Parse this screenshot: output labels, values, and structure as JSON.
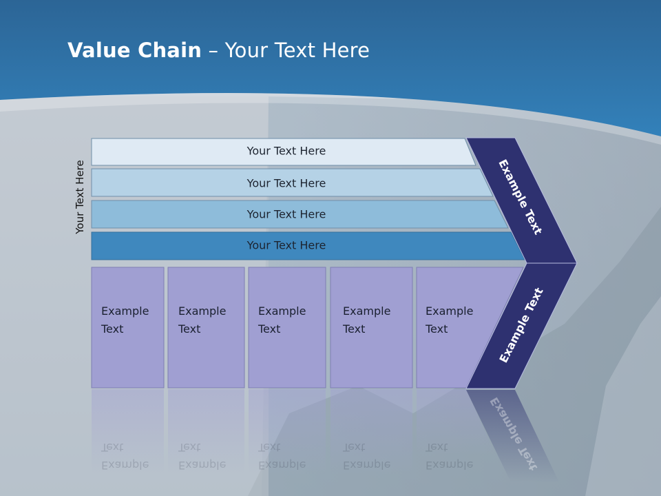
{
  "slide": {
    "title_bold": "Value Chain",
    "title_rest": " – Your Text Here",
    "side_label": "Your Text Here"
  },
  "bars": [
    {
      "label": "Your Text Here",
      "color": "#dfeaf4"
    },
    {
      "label": "Your Text Here",
      "color": "#b5d2e6"
    },
    {
      "label": "Your Text Here",
      "color": "#8ebcda"
    },
    {
      "label": "Your Text Here",
      "color": "#3f88be"
    }
  ],
  "boxes": [
    {
      "line1": "Example",
      "line2": "Text"
    },
    {
      "line1": "Example",
      "line2": "Text"
    },
    {
      "line1": "Example",
      "line2": "Text"
    },
    {
      "line1": "Example",
      "line2": "Text"
    },
    {
      "line1": "Example",
      "line2": "Text"
    }
  ],
  "chevrons": {
    "upper_label": "Example Text",
    "lower_label": "Example Text",
    "color": "#2e3170"
  },
  "colors": {
    "header": "#2d6fa4",
    "box_fill": "#a09fd2"
  }
}
